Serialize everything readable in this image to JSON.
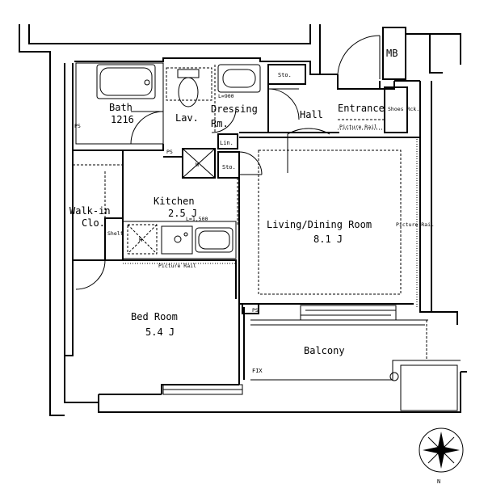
{
  "rooms": {
    "bath": "Bath",
    "bath_size": "1216",
    "lav": "Lav.",
    "dressing": "Dressing",
    "dressing_rm": "Rm.",
    "hall": "Hall",
    "entrance": "Entrance",
    "kitchen": "Kitchen",
    "kitchen_size": "2.5 J",
    "walkin": "Walk-in",
    "walkin_clo": "Clo.",
    "living": "Living/Dining Room",
    "living_size": "8.1 J",
    "bedroom": "Bed Room",
    "bedroom_size": "5.4 J",
    "balcony": "Balcony"
  },
  "labels": {
    "mb": "MB",
    "sto_top": "Sto.",
    "sto_mid": "Sto.",
    "lin": "Lin.",
    "shoes": "Shoes Rck.",
    "ps_left": "PS",
    "ps_mid": "PS",
    "ps_bed": "PS",
    "w": "W",
    "shelf": "Shelf",
    "r": "R",
    "l900": "L=900",
    "l1500": "L=1,500",
    "picture_rail_entrance": "Picture Rail",
    "picture_rail_kitchen": "Picture Rail",
    "picture_rail_living": "Picture Rail",
    "fix": "FIX",
    "north": "N"
  }
}
